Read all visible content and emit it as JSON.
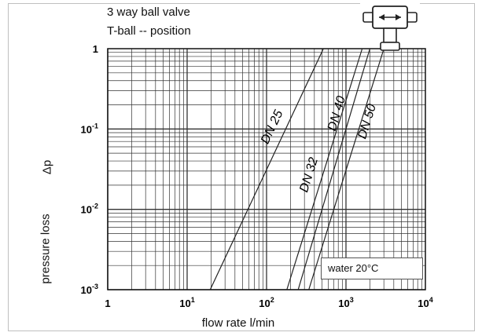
{
  "chart_data": {
    "type": "line",
    "title": "3 way ball valve",
    "subtitle": "T-ball  -- position",
    "xlabel": "flow rate  l/min",
    "ylabel": "pressure loss",
    "ysymbol": "Δp",
    "xscale": "log",
    "yscale": "log",
    "xlim": [
      1,
      10000
    ],
    "ylim": [
      0.001,
      1
    ],
    "grid": true,
    "x_ticks": [
      {
        "value": 1,
        "base": "1",
        "exp": ""
      },
      {
        "value": 10,
        "base": "10",
        "exp": "1"
      },
      {
        "value": 100,
        "base": "10",
        "exp": "2"
      },
      {
        "value": 1000,
        "base": "10",
        "exp": "3"
      },
      {
        "value": 10000,
        "base": "10",
        "exp": "4"
      }
    ],
    "y_ticks": [
      {
        "value": 1,
        "base": "1",
        "exp": ""
      },
      {
        "value": 0.1,
        "base": "10",
        "exp": "-1"
      },
      {
        "value": 0.01,
        "base": "10",
        "exp": "-2"
      },
      {
        "value": 0.001,
        "base": "10",
        "exp": "-3"
      }
    ],
    "series": [
      {
        "name": "DN 25",
        "x": [
          19.5,
          520
        ],
        "y": [
          0.001,
          1
        ]
      },
      {
        "name": "DN 32",
        "x": [
          180,
          1600
        ],
        "y": [
          0.001,
          1
        ]
      },
      {
        "name": "DN 40",
        "x": [
          250,
          2000
        ],
        "y": [
          0.001,
          1
        ]
      },
      {
        "name": "DN 50",
        "x": [
          340,
          3000
        ],
        "y": [
          0.001,
          1
        ]
      }
    ],
    "annotation": "water 20°C"
  },
  "icon": "three-way-valve-icon",
  "colors": {
    "line": "#222222",
    "grid": "#333333",
    "frame": "#bfbfbf"
  }
}
